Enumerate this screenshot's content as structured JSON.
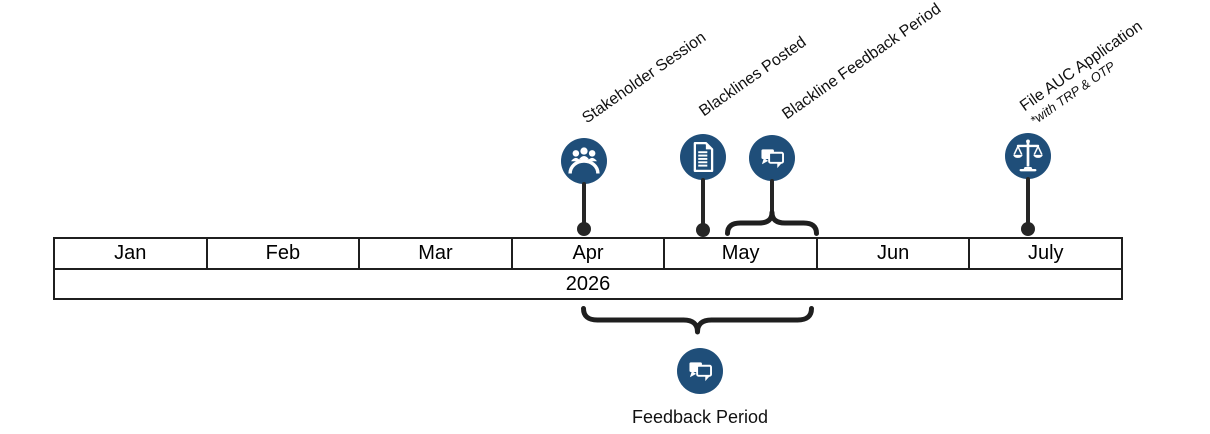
{
  "colors": {
    "accent": "#1F4E79",
    "line": "#1f1f1f"
  },
  "timeline": {
    "year": "2026",
    "months": [
      "Jan",
      "Feb",
      "Mar",
      "Apr",
      "May",
      "Jun",
      "July"
    ]
  },
  "milestones": [
    {
      "label": "Stakeholder Session",
      "icon": "meeting-icon",
      "month": "Apr"
    },
    {
      "label": "Blacklines Posted",
      "icon": "document-icon",
      "month": "May"
    },
    {
      "label": "Blackline Feedback Period",
      "icon": "chat-bubbles-icon",
      "month": "May"
    },
    {
      "label": "File AUC Application",
      "sublabel": "*with TRP & OTP",
      "icon": "scales-icon",
      "month": "July"
    }
  ],
  "feedback_period": {
    "label": "Feedback Period",
    "icon": "chat-bubbles-icon",
    "span": "mid-Apr to end of May"
  }
}
